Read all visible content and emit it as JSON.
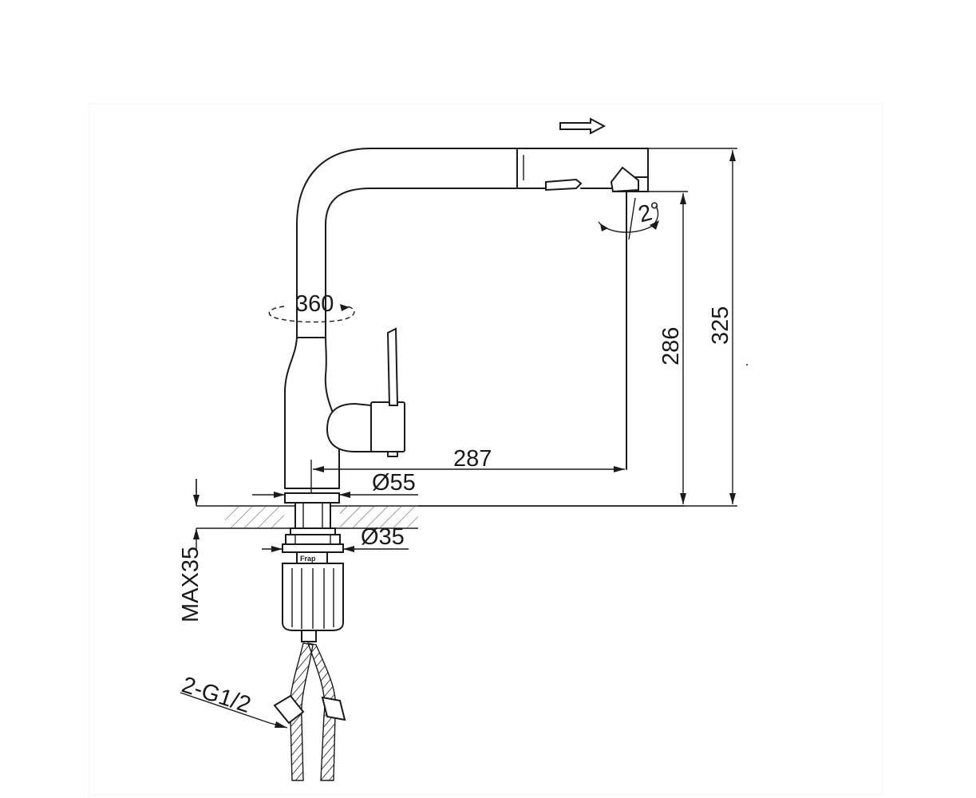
{
  "dimensions": {
    "height_total": "325",
    "spout_height": "286",
    "reach": "287",
    "base_diameter": "Ø55",
    "hole_diameter": "Ø35",
    "max_thickness": "MAX35",
    "rotation": "360",
    "tilt": "2°",
    "hose_thread": "2-G1/2"
  },
  "nut_marking": "Frap"
}
